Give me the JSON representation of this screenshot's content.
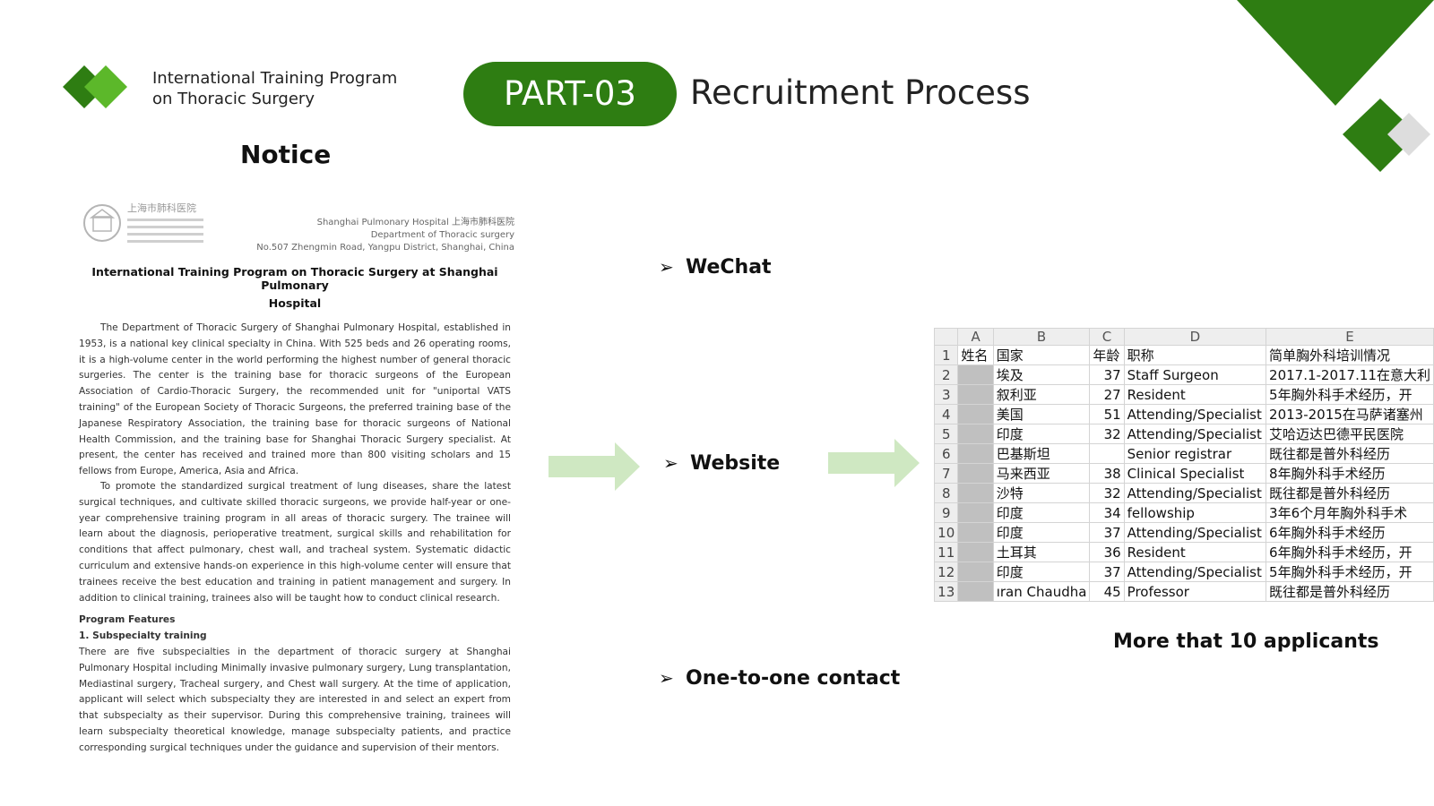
{
  "header": {
    "program_line1": "International Training Program",
    "program_line2": "on Thoracic Surgery",
    "part_label": "PART-03",
    "section_title": "Recruitment Process"
  },
  "notice": {
    "title": "Notice",
    "hospital_logo_text": "上海市肺科医院",
    "address_line1": "Shanghai Pulmonary Hospital 上海市肺科医院",
    "address_line2": "Department of Thoracic surgery",
    "address_line3": "No.507 Zhengmin Road, Yangpu District, Shanghai, China",
    "doc_title": "International Training Program on Thoracic Surgery at Shanghai Pulmonary",
    "doc_subtitle": "Hospital",
    "paragraph1": "The Department of Thoracic Surgery of Shanghai Pulmonary Hospital, established in 1953, is a national key clinical specialty in China. With 525 beds and 26 operating rooms, it is a high-volume center in the world performing the highest number of general thoracic surgeries. The center is the training base for thoracic surgeons of the European Association of Cardio-Thoracic Surgery, the recommended unit for \"uniportal VATS training\" of the European Society of Thoracic Surgeons, the preferred training base of the Japanese Respiratory Association, the training base for thoracic surgeons of National Health Commission, and the training base for Shanghai Thoracic Surgery specialist. At present, the center has received and trained more than 800 visiting scholars and 15 fellows from Europe, America, Asia and Africa.",
    "paragraph2": "To promote the standardized surgical treatment of lung diseases, share the latest surgical techniques, and cultivate skilled thoracic surgeons, we provide half-year or one-year comprehensive training program in all areas of thoracic surgery. The trainee will learn about the diagnosis, perioperative treatment, surgical skills and rehabilitation for conditions that affect pulmonary, chest wall, and tracheal system. Systematic didactic curriculum and extensive hands-on experience in this high-volume center will ensure that trainees receive the best education and training in patient management and surgery. In addition to clinical training, trainees also will be taught how to conduct clinical research.",
    "features_heading": "Program Features",
    "feature1_heading": "1. Subspecialty training",
    "paragraph3": "There are five subspecialties in the department of thoracic surgery at Shanghai Pulmonary Hospital including Minimally invasive pulmonary surgery, Lung transplantation, Mediastinal surgery, Tracheal surgery, and Chest wall surgery. At the time of application, applicant will select which subspecialty they are interested in and select an expert from that subspecialty as their supervisor. During this comprehensive training, trainees will learn subspecialty theoretical knowledge, manage subspecialty patients, and practice corresponding surgical techniques under the guidance and supervision of their mentors."
  },
  "channels": {
    "bullet": "➢",
    "wechat": "WeChat",
    "website": "Website",
    "contact": "One-to-one contact"
  },
  "spreadsheet": {
    "columns": [
      "A",
      "B",
      "C",
      "D",
      "E"
    ],
    "header": [
      "姓名",
      "国家",
      "年龄",
      "职称",
      "简单胸外科培训情况"
    ],
    "rows": [
      [
        "",
        "埃及",
        "37",
        "Staff Surgeon",
        "2017.1-2017.11在意大利"
      ],
      [
        "",
        "叙利亚",
        "27",
        "Resident",
        "5年胸外科手术经历，开"
      ],
      [
        "",
        "美国",
        "51",
        "Attending/Specialist",
        "2013-2015在马萨诸塞州"
      ],
      [
        "",
        "印度",
        "32",
        "Attending/Specialist",
        "艾哈迈达巴德平民医院"
      ],
      [
        "",
        "巴基斯坦",
        "",
        "Senior registrar",
        "既往都是普外科经历"
      ],
      [
        "",
        "马来西亚",
        "38",
        "Clinical Specialist",
        "8年胸外科手术经历"
      ],
      [
        "",
        "沙特",
        "32",
        "Attending/Specialist",
        "既往都是普外科经历"
      ],
      [
        "",
        "印度",
        "34",
        "fellowship",
        "3年6个月年胸外科手术"
      ],
      [
        "",
        "印度",
        "37",
        "Attending/Specialist",
        "6年胸外科手术经历"
      ],
      [
        "",
        "土耳其",
        "36",
        "Resident",
        "6年胸外科手术经历，开"
      ],
      [
        "",
        "印度",
        "37",
        "Attending/Specialist",
        "5年胸外科手术经历，开"
      ],
      [
        "",
        "ıran Chaudha",
        "45",
        "Professor",
        "既往都是普外科经历"
      ]
    ]
  },
  "applicants_caption": "More that 10 applicants",
  "colors": {
    "brand_green": "#2e7d12",
    "light_green": "#5cb82a",
    "arrow_green": "#cfe8c2"
  }
}
